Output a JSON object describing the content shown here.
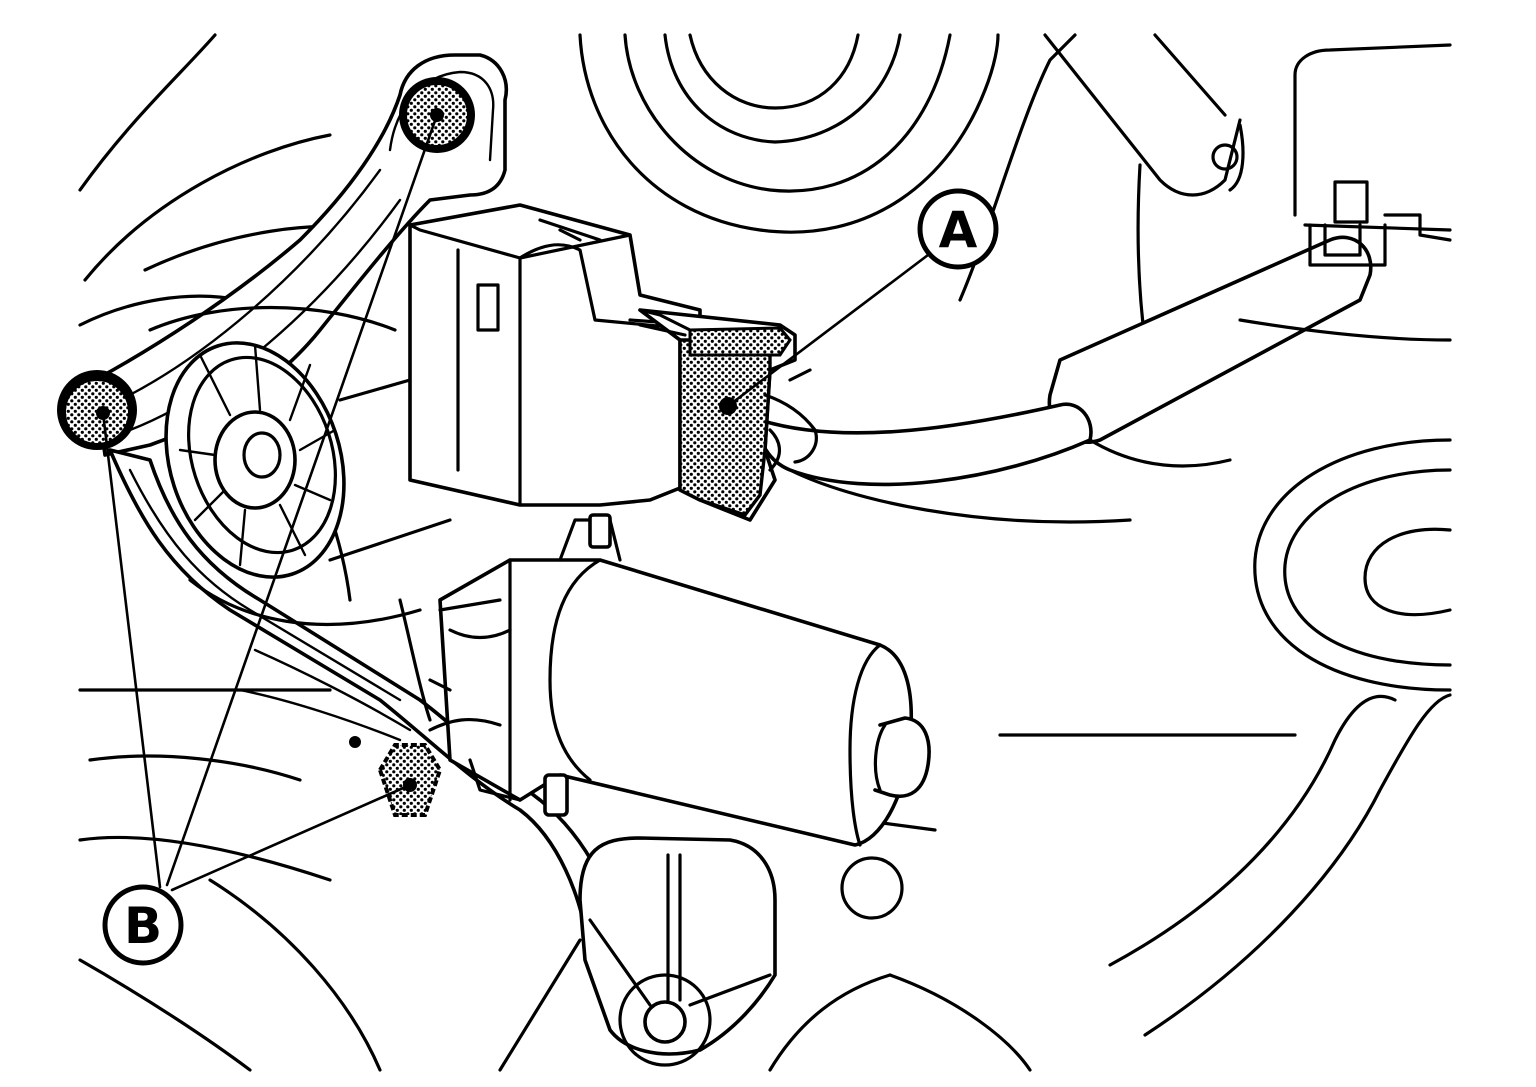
{
  "diagram": {
    "callouts": [
      {
        "id": "A",
        "label": "A",
        "target": "connector"
      },
      {
        "id": "B",
        "label": "B",
        "target": "mounting-bolts"
      }
    ],
    "colors": {
      "line": "#000000",
      "background": "#ffffff",
      "highlight_fill": "dotted-screen"
    }
  }
}
